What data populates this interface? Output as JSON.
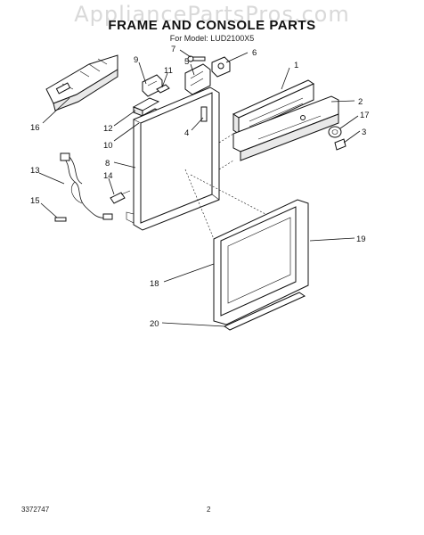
{
  "watermark": "AppliancePartsPros.com",
  "title": "FRAME AND CONSOLE PARTS",
  "subtitle": "For Model: LUD2100X5",
  "footer": {
    "doc_number": "3372747",
    "page": "2"
  },
  "callouts": [
    {
      "id": "c1",
      "label": "1"
    },
    {
      "id": "c2",
      "label": "2"
    },
    {
      "id": "c3",
      "label": "3"
    },
    {
      "id": "c4",
      "label": "4"
    },
    {
      "id": "c5",
      "label": "5"
    },
    {
      "id": "c6",
      "label": "6"
    },
    {
      "id": "c7",
      "label": "7"
    },
    {
      "id": "c8",
      "label": "8"
    },
    {
      "id": "c9",
      "label": "9"
    },
    {
      "id": "c10",
      "label": "10"
    },
    {
      "id": "c11",
      "label": "11"
    },
    {
      "id": "c12",
      "label": "12"
    },
    {
      "id": "c13",
      "label": "13"
    },
    {
      "id": "c14",
      "label": "14"
    },
    {
      "id": "c15",
      "label": "15"
    },
    {
      "id": "c16",
      "label": "16"
    },
    {
      "id": "c17",
      "label": "17"
    },
    {
      "id": "c18",
      "label": "18"
    },
    {
      "id": "c19",
      "label": "19"
    },
    {
      "id": "c20",
      "label": "20"
    }
  ]
}
